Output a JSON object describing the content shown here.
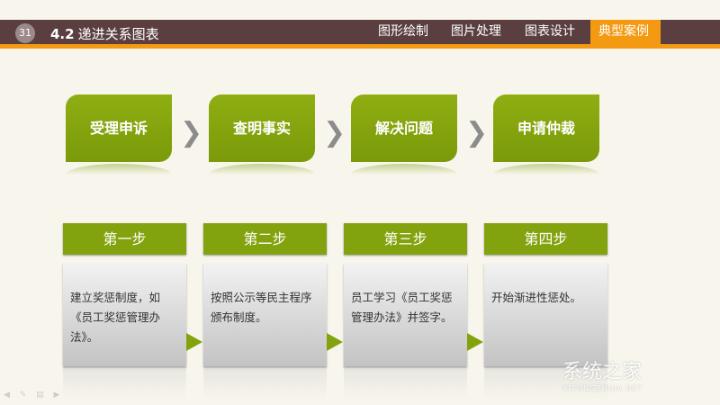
{
  "header": {
    "slide_number": "31",
    "section_num": "4.2",
    "section_title": "递进关系图表",
    "nav": [
      {
        "label": "图形绘制"
      },
      {
        "label": "图片处理"
      },
      {
        "label": "图表设计"
      },
      {
        "label": "典型案例",
        "active": true
      }
    ]
  },
  "process": [
    {
      "label": "受理申诉"
    },
    {
      "label": "查明事实"
    },
    {
      "label": "解决问题"
    },
    {
      "label": "申请仲裁"
    }
  ],
  "steps": [
    {
      "title": "第一步",
      "text": "建立奖惩制度，如《员工奖惩管理办法》。"
    },
    {
      "title": "第二步",
      "text": "按照公示等民主程序颁布制度。"
    },
    {
      "title": "第三步",
      "text": "员工学习《员工奖惩管理办法》并签字。"
    },
    {
      "title": "第四步",
      "text": "开始渐进性惩处。"
    }
  ],
  "watermark": {
    "text": "系统之家",
    "sub": "XITONGZHIJIA.NET"
  },
  "colors": {
    "header": "#5b3f40",
    "accent": "#f39a12",
    "green": "#83a30e"
  }
}
